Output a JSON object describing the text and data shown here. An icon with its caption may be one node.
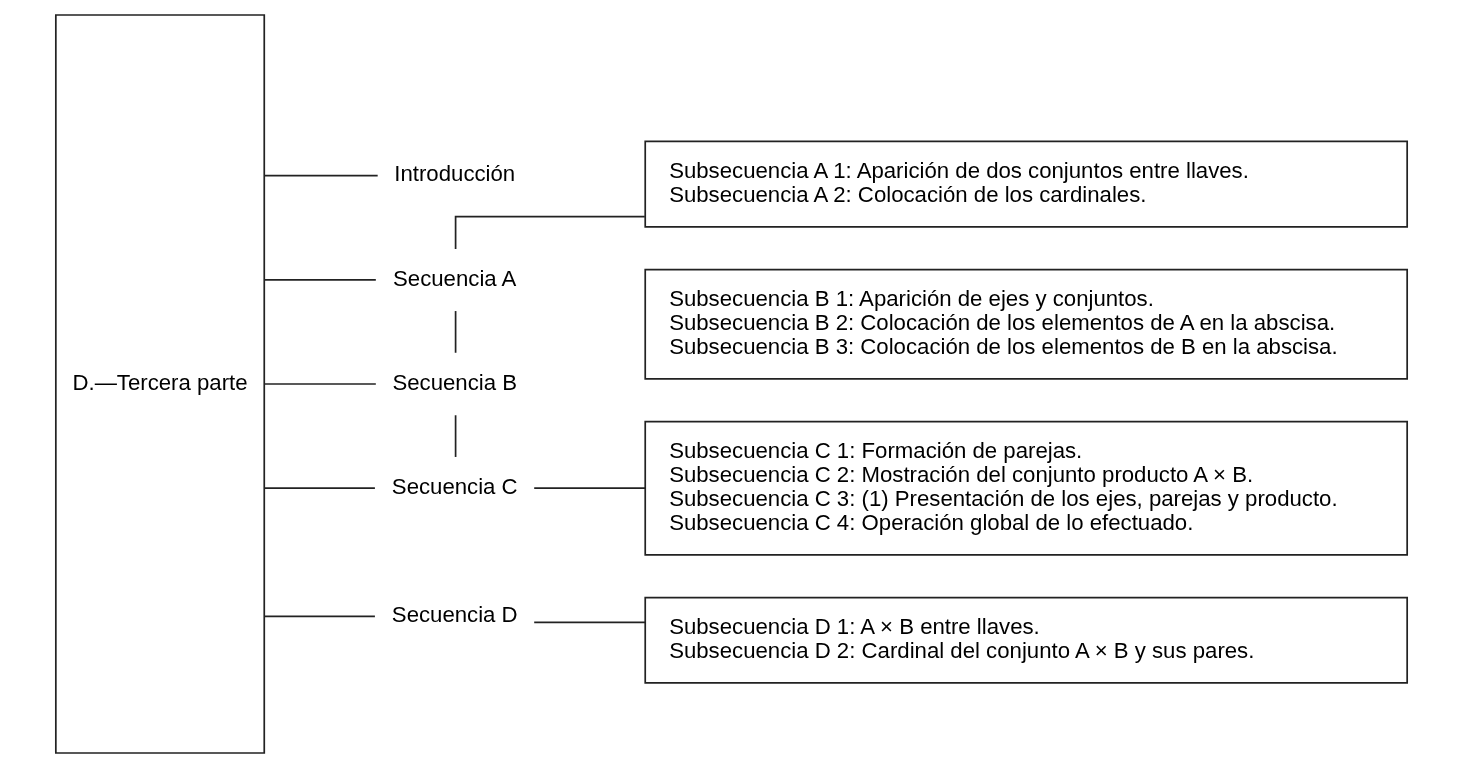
{
  "diagram": {
    "nodes": [
      {
        "text": [
          "D.—Tercera parte"
        ]
      },
      {
        "text": [
          "Introducción"
        ]
      },
      {
        "text": [
          "Secuencia A"
        ]
      },
      {
        "text": [
          "Secuencia B"
        ]
      },
      {
        "text": [
          "Secuencia C"
        ]
      },
      {
        "text": [
          "Secuencia D"
        ]
      },
      {
        "text": [
          "Subsecuencia A 1: Aparición de dos conjuntos entre llaves.",
          "Subsecuencia A 2: Colocación de los cardinales."
        ]
      },
      {
        "text": [
          "Subsecuencia B 1: Aparición de ejes y conjuntos.",
          "Subsecuencia B 2: Colocación de los elementos de A en la abscisa.",
          "Subsecuencia B 3: Colocación de los elementos de B en la abscisa."
        ]
      },
      {
        "text": [
          "Subsecuencia C 1: Formación de parejas.",
          "Subsecuencia C 2: Mostración del conjunto producto A × B.",
          "Subsecuencia C 3: (1) Presentación de los ejes, parejas y producto.",
          "Subsecuencia C 4: Operación global de lo efectuado."
        ]
      },
      {
        "text": [
          "Subsecuencia D 1: A × B entre llaves.",
          "Subsecuencia D 2: Cardinal del conjunto A × B y sus pares."
        ]
      }
    ],
    "edges": [
      {
        "from": 0,
        "to": 1,
        "arrow": "none"
      },
      {
        "from": 0,
        "to": 2,
        "arrow": "none"
      },
      {
        "from": 0,
        "to": 3,
        "arrow": "none"
      },
      {
        "from": 0,
        "to": 4,
        "arrow": "none"
      },
      {
        "from": 0,
        "to": 5,
        "arrow": "none"
      },
      {
        "from": 2,
        "to": 3,
        "arrow": "none"
      },
      {
        "from": 3,
        "to": 4,
        "arrow": "none"
      },
      {
        "from": 2,
        "to": 6,
        "arrow": "none"
      },
      {
        "from": 4,
        "to": 8,
        "arrow": "none"
      },
      {
        "from": 5,
        "to": 9,
        "arrow": "none"
      }
    ]
  }
}
